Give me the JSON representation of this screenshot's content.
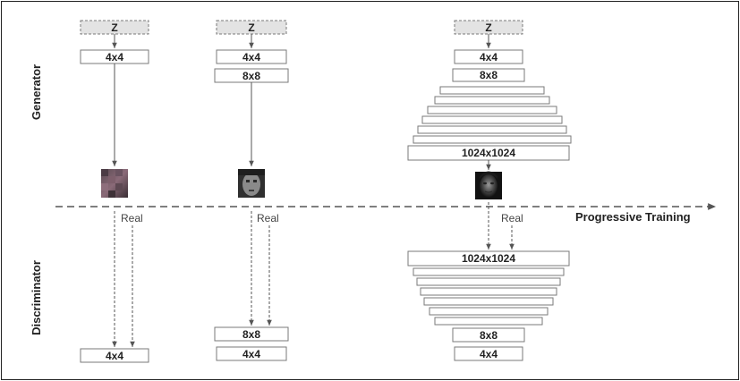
{
  "side_labels": {
    "generator": "Generator",
    "discriminator": "Discriminator"
  },
  "axis_label": "Progressive Training",
  "latent_label": "Z",
  "real_label": "Real",
  "stages": [
    {
      "generator_blocks": [
        "4x4"
      ],
      "discriminator_blocks": [
        "4x4"
      ]
    },
    {
      "generator_blocks": [
        "4x4",
        "8x8"
      ],
      "discriminator_blocks": [
        "8x8",
        "4x4"
      ]
    },
    {
      "generator_blocks": [
        "4x4",
        "8x8",
        "1024x1024"
      ],
      "discriminator_blocks": [
        "1024x1024",
        "8x8",
        "4x4"
      ]
    }
  ],
  "sample_images": [
    "4x4 generated face",
    "8x8 generated face",
    "1024x1024 generated face"
  ]
}
